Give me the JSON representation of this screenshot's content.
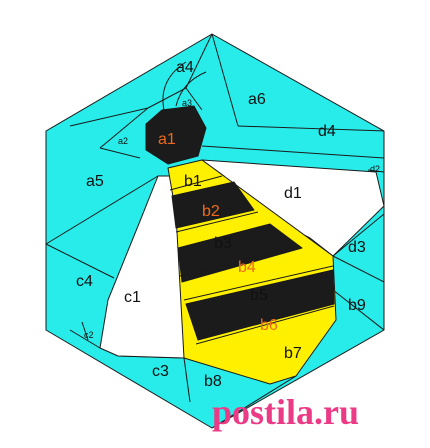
{
  "pattern": {
    "cyan_color": "#27ece9",
    "yellow_color": "#fff000",
    "black_color": "#1b1b1b",
    "white_color": "#ffffff",
    "label_dark_color": "#111111",
    "label_orange_color": "#ef6a1a"
  },
  "labels": {
    "a1": "a1",
    "a2": "a2",
    "a3": "a3",
    "a4": "a4",
    "a5": "a5",
    "a6": "a6",
    "b1": "b1",
    "b2": "b2",
    "b3": "b3",
    "b4": "b4",
    "b5": "b5",
    "b6": "b6",
    "b7": "b7",
    "b8": "b8",
    "b9": "b9",
    "c1": "c1",
    "c2": "c2",
    "c3": "c3",
    "c4": "c4",
    "d1": "d1",
    "d2": "d2",
    "d3": "d3",
    "d4": "d4"
  },
  "watermark": {
    "text": "postila.ru",
    "color": "#ec3b86"
  }
}
